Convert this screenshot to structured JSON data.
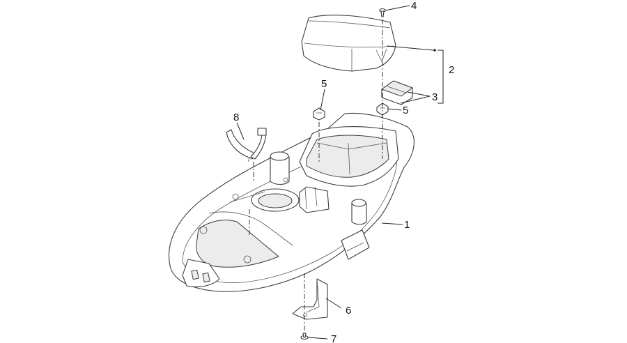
{
  "callouts": [
    {
      "id": "1",
      "label": "1"
    },
    {
      "id": "2",
      "label": "2"
    },
    {
      "id": "3",
      "label": "3"
    },
    {
      "id": "4",
      "label": "4"
    },
    {
      "id": "5a",
      "label": "5"
    },
    {
      "id": "5b",
      "label": "5"
    },
    {
      "id": "6",
      "label": "6"
    },
    {
      "id": "7",
      "label": "7"
    },
    {
      "id": "8",
      "label": "8"
    }
  ],
  "colors": {
    "line": "#3a3a3a",
    "background": "#ffffff",
    "text": "#111111"
  }
}
